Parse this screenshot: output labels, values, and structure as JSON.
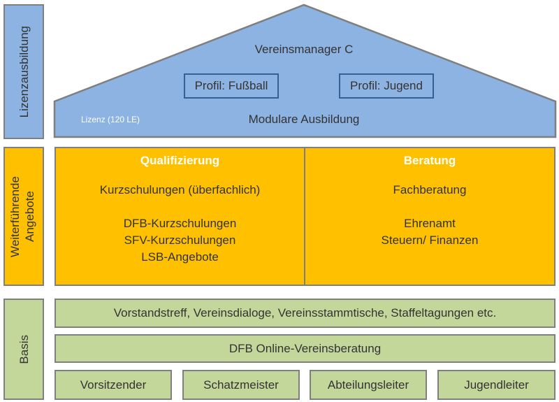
{
  "side_labels": {
    "license": "Lizenzausbildung",
    "further": "Weiterführende Angebote",
    "basis": "Basis"
  },
  "roof": {
    "title": "Vereinsmanager C",
    "profiles": [
      "Profil: Fußball",
      "Profil: Jugend"
    ],
    "license_note": "Lizenz (120 LE)",
    "subtitle": "Modulare Ausbildung"
  },
  "qualification": {
    "heading": "Qualifizierung",
    "items": [
      "Kurzschulungen (überfachlich)",
      "DFB-Kurzschulungen",
      "SFV-Kurzschulungen",
      "LSB-Angebote"
    ]
  },
  "consulting": {
    "heading": "Beratung",
    "items": [
      "Fachberatung",
      "Ehrenamt",
      "Steuern/ Finanzen"
    ]
  },
  "basis": {
    "row1": "Vorstandstreff, Vereinsdialoge, Vereinsstammtische, Staffeltagungen etc.",
    "row2": "DFB Online-Vereinsberatung",
    "roles": [
      "Vorsitzender",
      "Schatzmeister",
      "Abteilungsleiter",
      "Jugendleiter"
    ]
  }
}
